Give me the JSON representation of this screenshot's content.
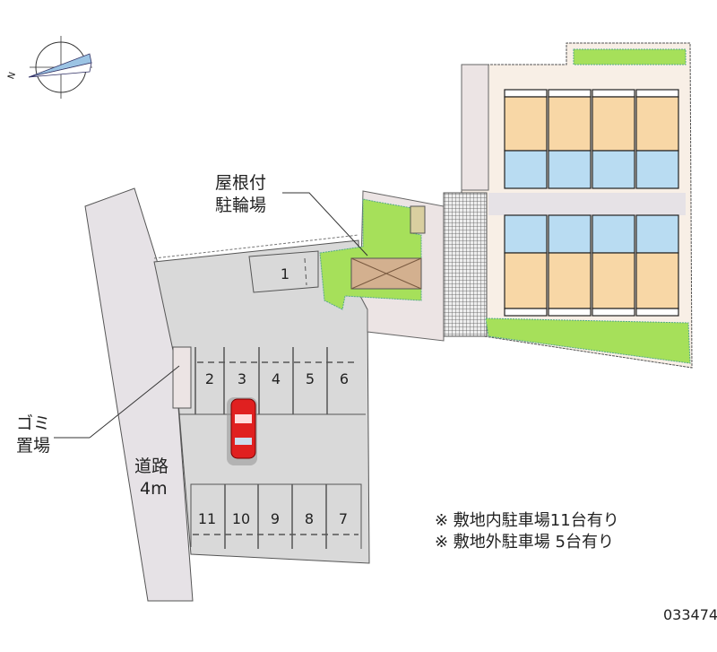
{
  "labels": {
    "bike_shelter": [
      "屋根付",
      "駐輪場"
    ],
    "garbage": [
      "ゴミ",
      "置場"
    ],
    "road": [
      "道路",
      "4m"
    ],
    "compass": "N"
  },
  "parking_spaces": {
    "top_row": [
      "1",
      "2",
      "3",
      "4",
      "5",
      "6"
    ],
    "bottom_row": [
      "11",
      "10",
      "9",
      "8",
      "7"
    ]
  },
  "notes": [
    "※ 敷地内駐車場11台有り",
    "※ 敷地外駐車場 5台有り"
  ],
  "property_code": "033474",
  "colors": {
    "road": "#e6e2e6",
    "lot": "#d9d9d9",
    "greenery": "#a6e05a",
    "room": "#f8d7a6",
    "wet_area": "#b9dcf2",
    "shelter": "#d3b08f",
    "car": "#e02020"
  }
}
